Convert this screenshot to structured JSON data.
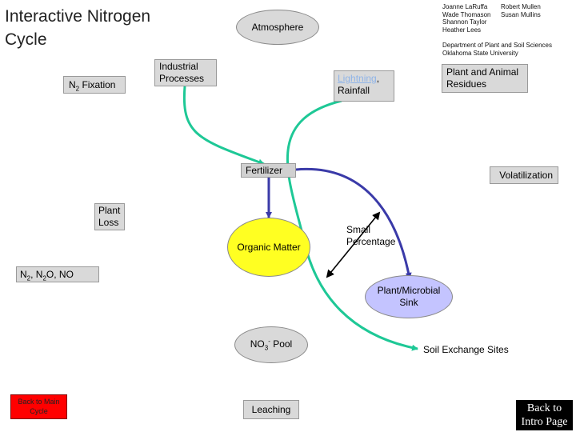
{
  "title": {
    "line1": "Interactive Nitrogen",
    "line2": "Cycle"
  },
  "credits": {
    "col1": [
      "Joanne LaRuffa",
      "Wade Thomason",
      "Shannon Taylor",
      "Heather Lees"
    ],
    "col2": [
      "Robert Mullen",
      "Susan Mullins"
    ],
    "dept": [
      "Department of Plant and Soil Sciences",
      "Oklahoma State University"
    ]
  },
  "nodes": {
    "atmosphere": "Atmosphere",
    "n2_fixation": {
      "pre": "N",
      "sub": "2",
      "post": " Fixation"
    },
    "industrial": {
      "line1": "Industrial",
      "line2": "Processes"
    },
    "lightning_rainfall": {
      "link": "Lightning",
      "sep": ",",
      "line2": "Rainfall"
    },
    "plant_animal": {
      "line1": "Plant and Animal",
      "line2": "Residues"
    },
    "fertilizer": "Fertilizer",
    "volatilization": "Volatilization",
    "plant_loss": {
      "line1": "Plant",
      "line2": "Loss"
    },
    "organic_matter": "Organic Matter",
    "small_percentage": {
      "line1": "Small",
      "line2": "Percentage"
    },
    "gases": {
      "a": "N",
      "a_sub": "2",
      "b": ", N",
      "b_sub": "2",
      "c": "O, NO"
    },
    "plant_microbial": {
      "line1": "Plant/Microbial",
      "line2": "Sink"
    },
    "no3_pool": {
      "pre": "NO",
      "sub": "3",
      "sup": "-",
      "post": " Pool"
    },
    "soil_exchange": "Soil Exchange Sites",
    "leaching": "Leaching"
  },
  "buttons": {
    "back_main": {
      "line1": "Back to Main",
      "line2": "Cycle"
    },
    "back_intro": {
      "line1": "Back to",
      "line2": "Intro Page"
    }
  },
  "colors": {
    "green_arrow": "#1ec896",
    "blue_arrow": "#3a3aa8",
    "organic_matter_fill": "#ffff22",
    "plant_microbial_fill": "#c4c4ff",
    "back_main_fill": "#ff0000",
    "back_intro_fill": "#000000"
  }
}
